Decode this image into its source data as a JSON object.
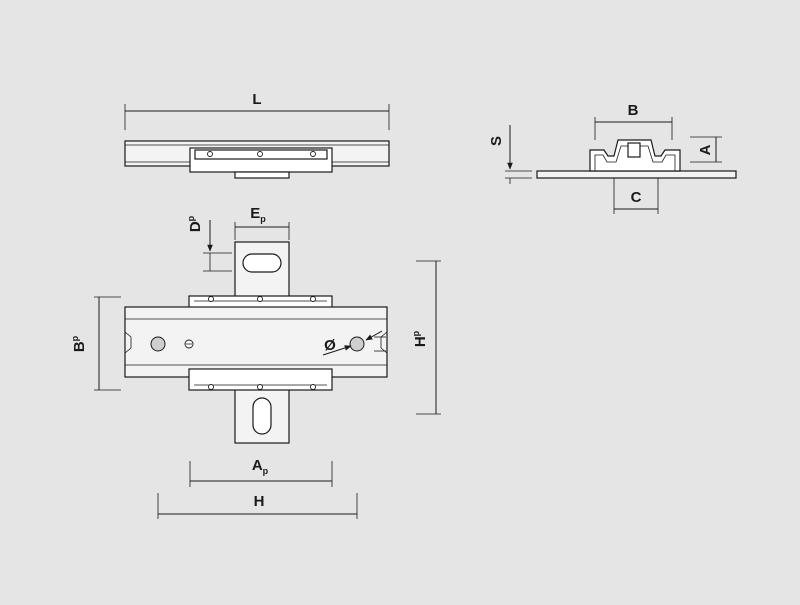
{
  "labels": {
    "L": "L",
    "B": "B",
    "A": "A",
    "C": "C",
    "S": "S",
    "Dp": "D",
    "Dp_sub": "p",
    "Ep": "E",
    "Ep_sub": "p",
    "Bp": "B",
    "Bp_sub": "p",
    "Hp": "H",
    "Hp_sub": "p",
    "Ap": "A",
    "Ap_sub": "p",
    "H": "H",
    "phi": "Ø"
  },
  "colors": {
    "background": "#e5e5e5",
    "line": "#1a1a1a",
    "fill": "#f3f3f3"
  }
}
